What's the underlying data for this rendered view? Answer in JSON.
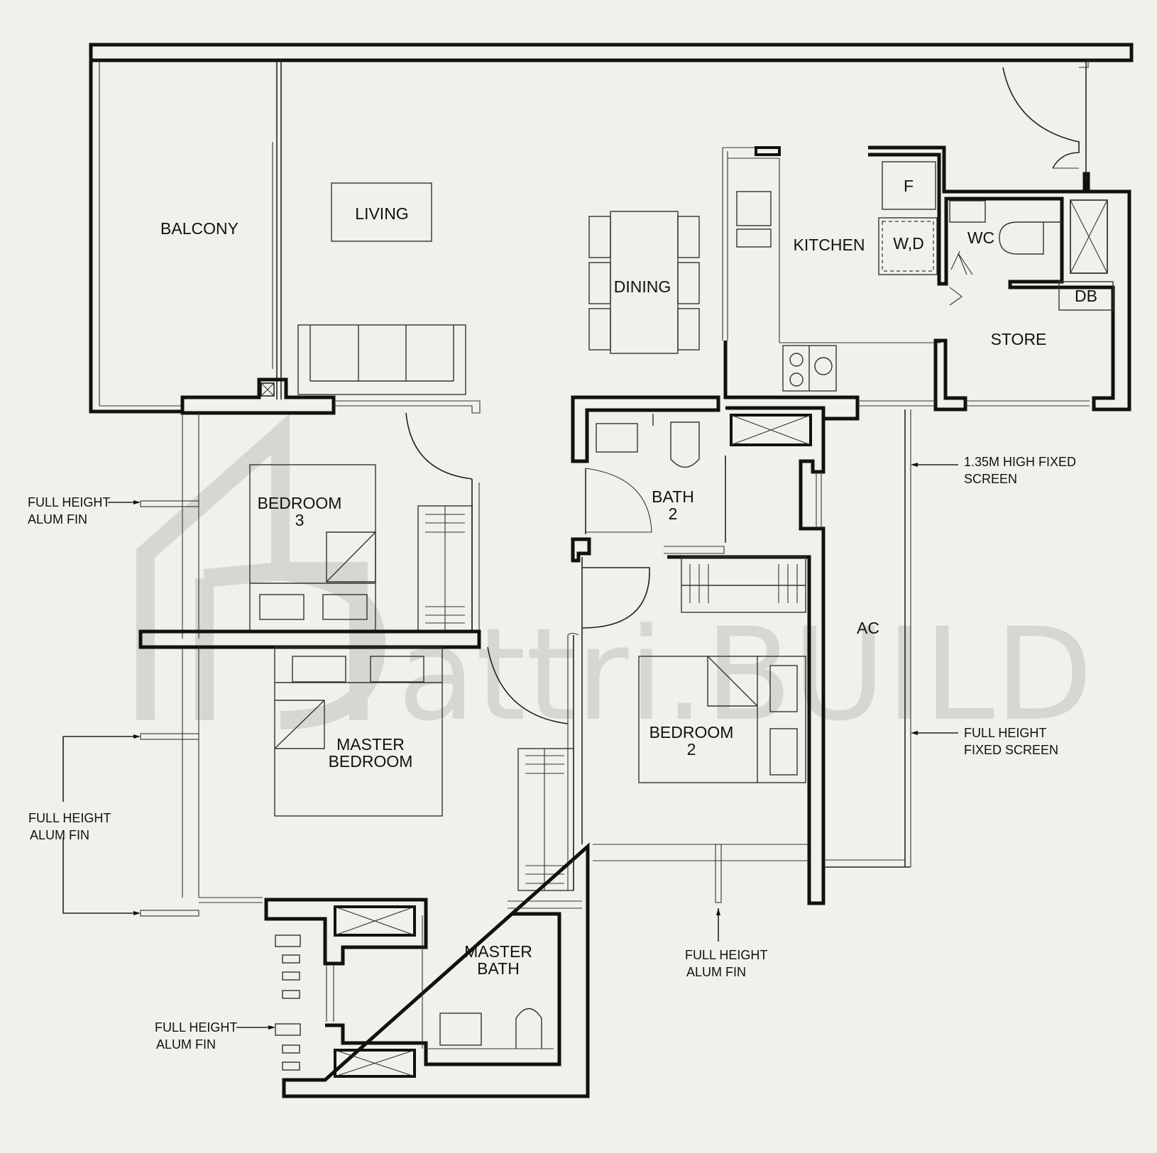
{
  "rooms": {
    "balcony": "BALCONY",
    "living": "LIVING",
    "dining": "DINING",
    "kitchen": "KITCHEN",
    "fridge": "F",
    "washer_dryer": "W,D",
    "wc": "WC",
    "db": "DB",
    "store": "STORE",
    "bath2_line1": "BATH",
    "bath2_line2": "2",
    "bedroom3_line1": "BEDROOM",
    "bedroom3_line2": "3",
    "master_bedroom_line1": "MASTER",
    "master_bedroom_line2": "BEDROOM",
    "bedroom2_line1": "BEDROOM",
    "bedroom2_line2": "2",
    "ac": "AC",
    "master_bath_line1": "MASTER",
    "master_bath_line2": "BATH"
  },
  "notes": {
    "fin_left_top": [
      "FULL HEIGHT",
      "ALUM FIN"
    ],
    "fin_left_mid": [
      "FULL HEIGHT",
      "ALUM FIN"
    ],
    "fin_left_bottom": [
      "FULL HEIGHT",
      "ALUM FIN"
    ],
    "fin_bottom": [
      "FULL HEIGHT",
      "ALUM FIN"
    ],
    "screen_fixed_135": [
      "1.35M HIGH FIXED",
      "SCREEN"
    ],
    "screen_full_height": [
      "FULL HEIGHT",
      "FIXED SCREEN"
    ]
  },
  "watermark": "attri.BUILD",
  "colors": {
    "background": "#f2f0eb",
    "walls": "#111111",
    "watermark": "#d8d6d1"
  }
}
